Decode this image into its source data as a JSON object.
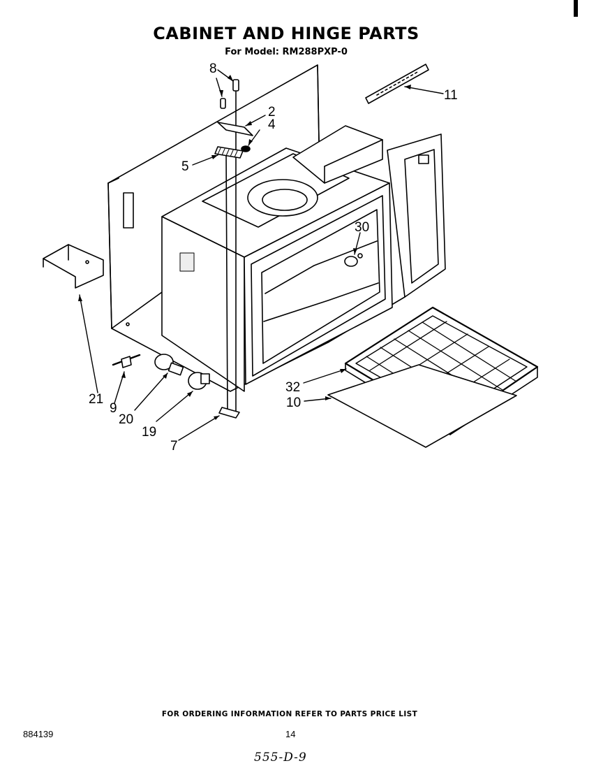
{
  "header": {
    "title": "CABINET AND HINGE PARTS",
    "model_line": "For Model: RM288PXP-0"
  },
  "callouts": {
    "part_8": "8",
    "part_2": "2",
    "part_4": "4",
    "part_5": "5",
    "part_11": "11",
    "part_30": "30",
    "part_21": "21",
    "part_9": "9",
    "part_20": "20",
    "part_19": "19",
    "part_7": "7",
    "part_32": "32",
    "part_10": "10"
  },
  "footer": {
    "ordering_note": "FOR ORDERING INFORMATION REFER TO PARTS PRICE LIST",
    "document_number": "884139",
    "page_number": "14",
    "handwritten": "555-D-9"
  }
}
